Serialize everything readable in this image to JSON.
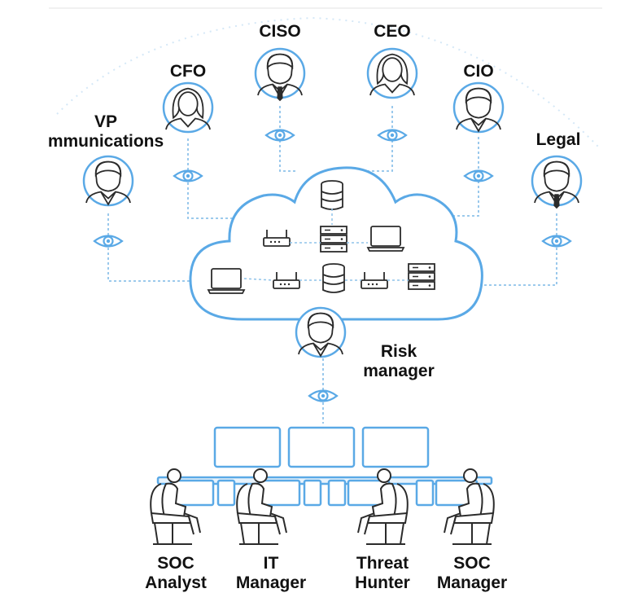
{
  "colors": {
    "accent": "#5aa9e6",
    "light": "#a9d0f1",
    "fill": "#e8f3fc",
    "ink": "#2b2b2b",
    "text": "#111111"
  },
  "executives": {
    "vp_communications": {
      "line1": "VP",
      "line2": "mmunications",
      "icon": "person-icon"
    },
    "cfo": {
      "label": "CFO",
      "icon": "person-woman-icon"
    },
    "ciso": {
      "label": "CISO",
      "icon": "person-tie-icon"
    },
    "ceo": {
      "label": "CEO",
      "icon": "person-woman-icon"
    },
    "cio": {
      "label": "CIO",
      "icon": "person-icon"
    },
    "legal": {
      "label": "Legal",
      "icon": "person-tie-icon"
    }
  },
  "risk_manager": {
    "line1": "Risk",
    "line2": "manager",
    "icon": "person-icon"
  },
  "cloud_devices": [
    "database-icon",
    "router-icon",
    "server-icon",
    "laptop-icon",
    "laptop-icon",
    "router-icon",
    "database-icon",
    "router-icon",
    "server-icon"
  ],
  "soc_team": [
    {
      "line1": "SOC",
      "line2": "Analyst"
    },
    {
      "line1": "IT",
      "line2": "Manager"
    },
    {
      "line1": "Threat",
      "line2": "Hunter"
    },
    {
      "line1": "SOC",
      "line2": "Manager"
    }
  ],
  "eye_icon": "eye-icon"
}
